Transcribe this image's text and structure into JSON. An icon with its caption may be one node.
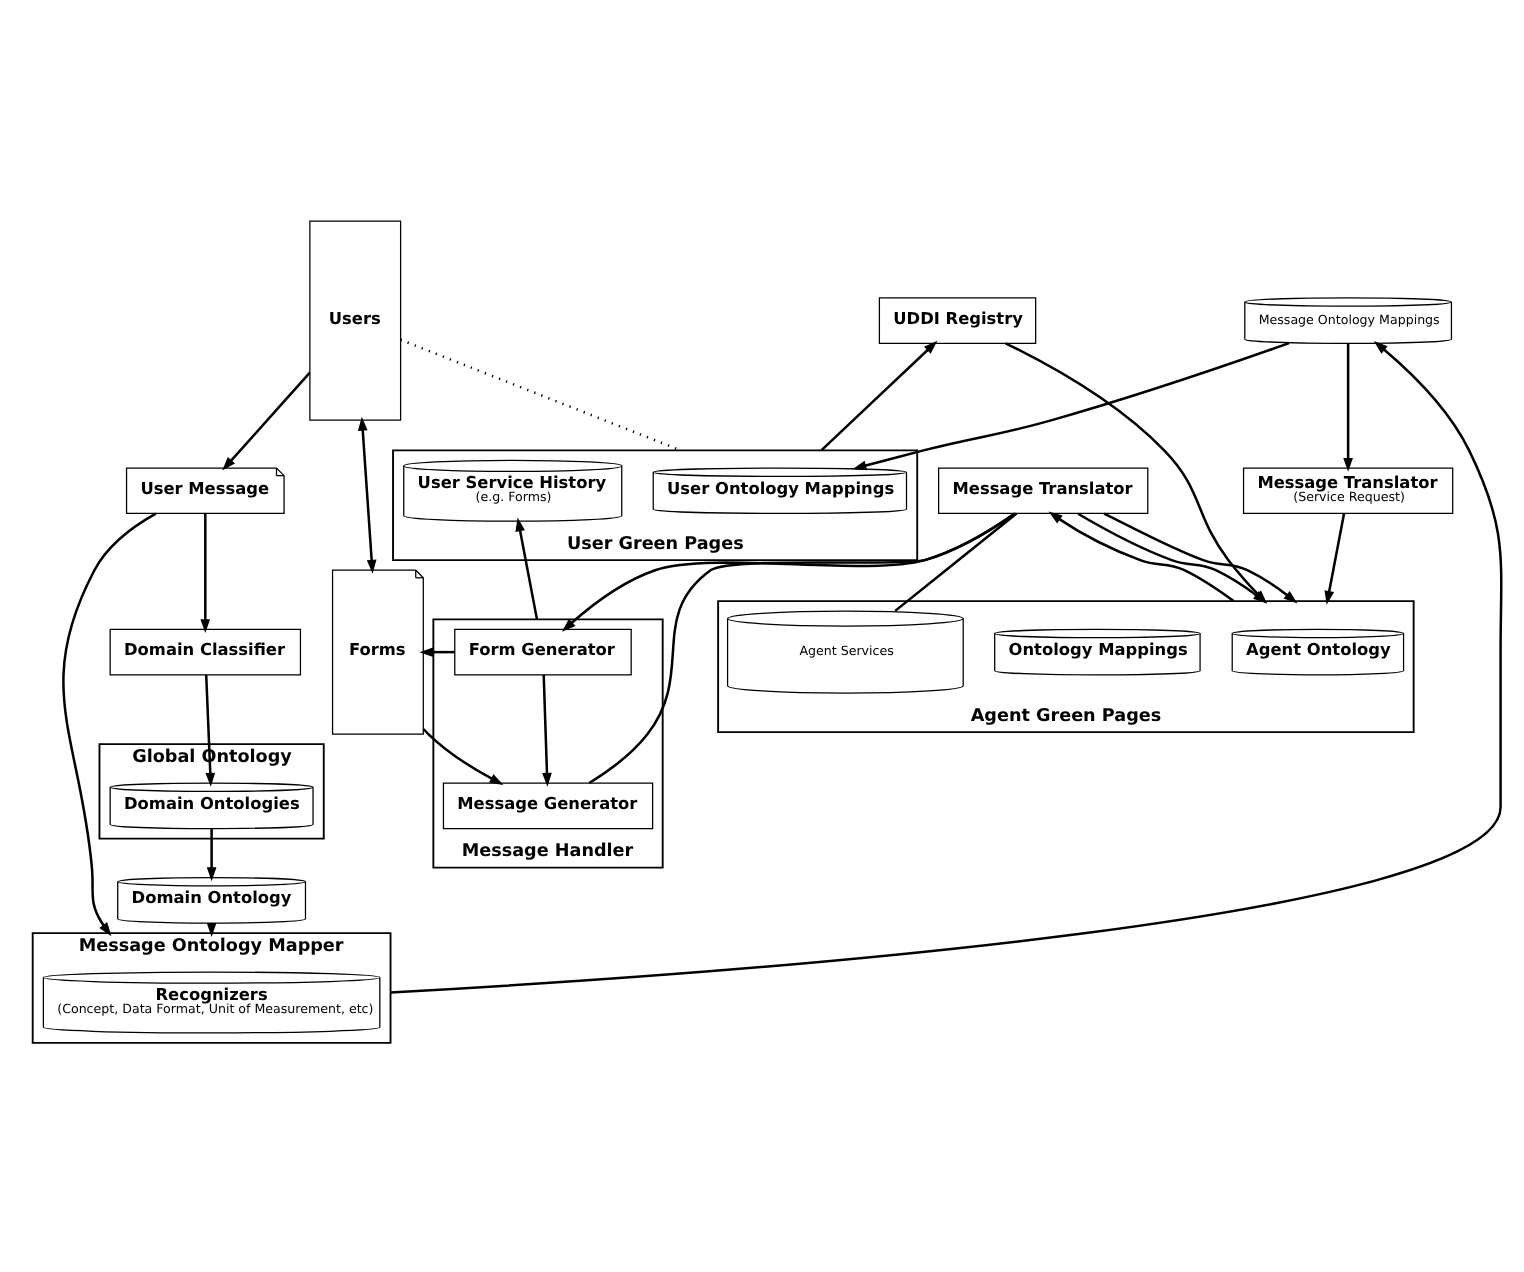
{
  "diagram": {
    "nodes": [
      {
        "text": [
          "Users"
        ]
      },
      {
        "text": [
          "Domain Classifier"
        ]
      },
      {
        "text": [
          "User Message"
        ]
      },
      {
        "text": [
          "Global Ontology"
        ]
      },
      {
        "text": [
          "Domain Ontologies"
        ],
        "in": 3
      },
      {
        "text": [
          "User Green Pages"
        ]
      },
      {
        "text": [
          "User Ontology Mappings"
        ],
        "in": 5
      },
      {
        "text": [
          "User Service History",
          "(e.g. Forms)"
        ],
        "in": 5
      },
      {
        "text": [
          "Message Ontology Mappings"
        ]
      },
      {
        "text": [
          "Domain Ontology"
        ]
      },
      {
        "text": [
          "Message Ontology Mapper"
        ]
      },
      {
        "text": [
          "Recognizers",
          "(Concept, Data Format, Unit of Measurement, etc)"
        ],
        "in": 10
      },
      {
        "text": [
          "Message Translator",
          "(Service Request)"
        ]
      },
      {
        "text": [
          "Forms"
        ]
      },
      {
        "text": [
          "Message Handler"
        ]
      },
      {
        "text": [
          "Form Generator"
        ],
        "in": 14
      },
      {
        "text": [
          "Message Generator"
        ],
        "in": 14
      },
      {
        "text": [
          "UDDI Registry"
        ]
      },
      {
        "text": [
          "Message Translator"
        ]
      },
      {
        "text": [
          "Agent Green Pages"
        ]
      },
      {
        "text": [
          "Agent Ontology"
        ],
        "in": 19
      },
      {
        "text": [
          "Ontology Mappings"
        ],
        "in": 19
      },
      {
        "text": [
          "Agent Services"
        ],
        "in": 19
      }
    ],
    "edges": [
      {
        "from": 0,
        "to": 2,
        "arrow": "to"
      },
      {
        "from": 2,
        "to": 1,
        "arrow": "to"
      },
      {
        "from": 1,
        "to": 4,
        "arrow": "to"
      },
      {
        "from": 2,
        "to": 10,
        "arrow": "to"
      },
      {
        "from": 4,
        "to": 9,
        "arrow": "to"
      },
      {
        "from": 9,
        "to": 10,
        "arrow": "to"
      },
      {
        "from": 10,
        "to": 8,
        "arrow": "to"
      },
      {
        "from": 8,
        "to": 6,
        "arrow": "to"
      },
      {
        "from": 8,
        "to": 12,
        "arrow": "to"
      },
      {
        "from": 0,
        "to": 5,
        "arrow": "none",
        "style": "dashed"
      },
      {
        "from": 0,
        "to": 13,
        "arrow": "both"
      },
      {
        "from": 5,
        "to": 17,
        "arrow": "to"
      },
      {
        "from": 12,
        "to": 19,
        "arrow": "to"
      },
      {
        "from": 17,
        "to": 19,
        "arrow": "to"
      },
      {
        "from": 14,
        "to": 7,
        "arrow": "to"
      },
      {
        "from": 15,
        "to": 13,
        "arrow": "to"
      },
      {
        "from": 15,
        "to": 16,
        "arrow": "to"
      },
      {
        "from": 13,
        "to": 16,
        "arrow": "to"
      },
      {
        "from": 18,
        "to": 15,
        "arrow": "to"
      },
      {
        "from": 16,
        "to": 18,
        "arrow": "none"
      },
      {
        "from": 19,
        "to": 18,
        "arrow": "to"
      },
      {
        "from": 18,
        "to": 22,
        "arrow": "none"
      },
      {
        "from": 18,
        "to": 19,
        "arrow": "to"
      },
      {
        "from": 18,
        "to": 19,
        "arrow": "to"
      }
    ]
  }
}
